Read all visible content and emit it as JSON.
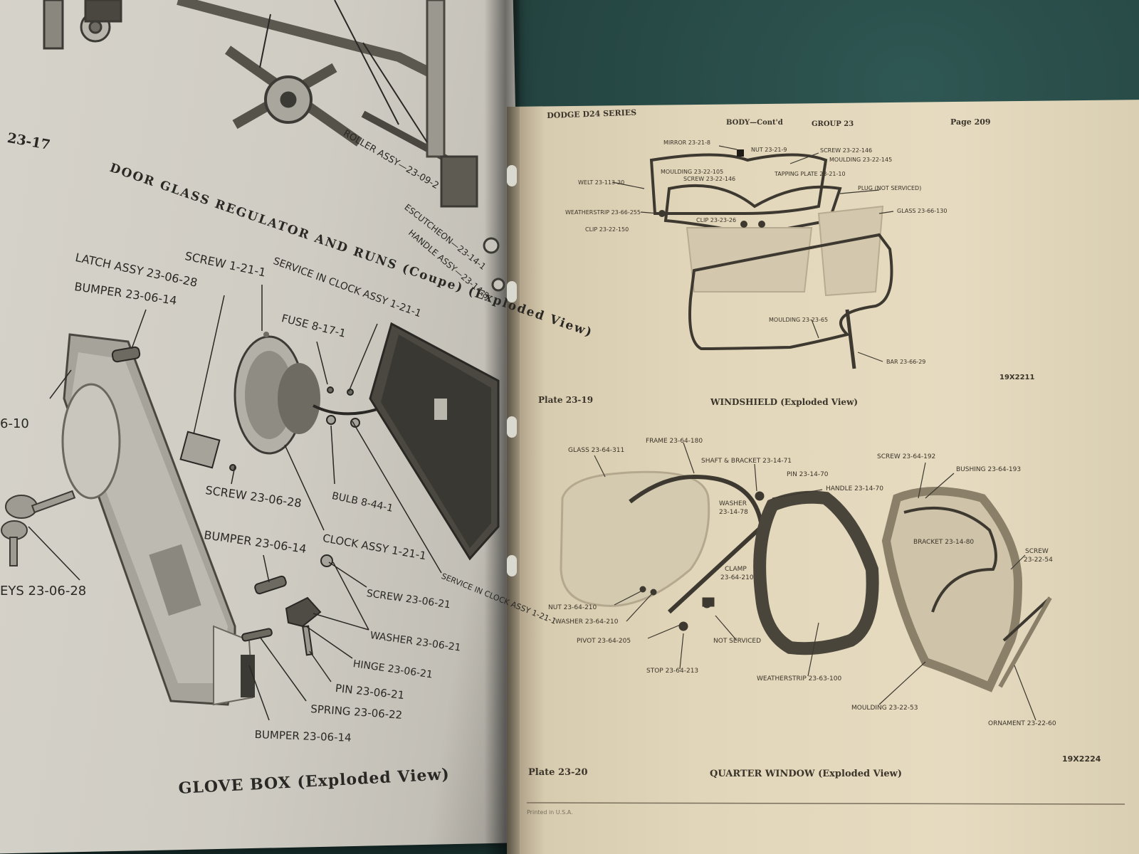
{
  "left_page": {
    "figure_number": "23-17",
    "top_title": "DOOR GLASS REGULATOR AND RUNS (Coupe) (Exploded View)",
    "top_callouts": {
      "roller": "ROLLER ASSY—23-09-2",
      "escutcheon": "ESCUTCHEON—23-14-1",
      "handle": "HANDLE ASSY—23-14-8"
    },
    "callouts": {
      "latch": "LATCH ASSY 23-06-28",
      "screw_top": "SCREW 1-21-1",
      "service_clock_top": "SERVICE IN CLOCK ASSY 1-21-1",
      "bumper_top": "BUMPER 23-06-14",
      "fuse": "FUSE 8-17-1",
      "partial_10": "6-10",
      "screw_mid": "SCREW 23-06-28",
      "bulb": "BULB 8-44-1",
      "bumper_mid": "BUMPER 23-06-14",
      "clock": "CLOCK ASSY 1-21-1",
      "keys": "EYS 23-06-28",
      "service_clock_bottom": "SERVICE IN CLOCK ASSY 1-21-1",
      "screw_low": "SCREW 23-06-21",
      "washer": "WASHER 23-06-21",
      "hinge": "HINGE 23-06-21",
      "pin": "PIN 23-06-21",
      "spring": "SPRING 23-06-22",
      "bumper_bottom": "BUMPER 23-06-14"
    },
    "caption": "GLOVE BOX (Exploded View)"
  },
  "right_page": {
    "header": {
      "series": "DODGE D24 SERIES",
      "section": "BODY—Cont'd",
      "group": "GROUP 23",
      "page": "Page 209"
    },
    "windshield_callouts": {
      "mirror": "MIRROR 23-21-8",
      "nut": "NUT 23-21-9",
      "screw": "SCREW 23-22-146",
      "moulding_tr": "MOULDING 23-22-145",
      "moulding_left": "MOULDING 23-22-105",
      "screw_left": "SCREW 23-22-146",
      "tapping_plate": "TAPPING PLATE 23-21-10",
      "welt": "WELT 23-113-30",
      "plug": "PLUG (NOT SERVICED)",
      "weatherstrip": "WEATHERSTRIP 23-66-255",
      "clip_center": "CLIP 23-23-26",
      "glass": "GLASS 23-66-130",
      "clip_left": "CLIP 23-22-150",
      "moulding_bottom": "MOULDING 23-23-65",
      "bar": "BAR 23-66-29"
    },
    "plate_1_code": "19X2211",
    "plate_1_label": "Plate 23-19",
    "plate_1_title": "WINDSHIELD (Exploded View)",
    "quarter_callouts": {
      "glass": "GLASS 23-64-311",
      "frame": "FRAME 23-64-180",
      "shaft": "SHAFT & BRACKET 23-14-71",
      "screw_top": "SCREW 23-64-192",
      "bushing": "BUSHING 23-64-193",
      "pin": "PIN 23-14-70",
      "handle": "HANDLE 23-14-70",
      "washer_a": "WASHER",
      "washer_b": "23-14-78",
      "bracket": "BRACKET 23-14-80",
      "screw_right_a": "SCREW",
      "screw_right_b": "23-22-54",
      "clamp_a": "CLAMP",
      "clamp_b": "23-64-210",
      "nut": "NUT 23-64-210",
      "washer_low": "WASHER 23-64-210",
      "pivot": "PIVOT 23-64-205",
      "not_serviced": "NOT SERVICED",
      "stop": "STOP 23-64-213",
      "weatherstrip": "WEATHERSTRIP 23-63-100",
      "moulding": "MOULDING 23-22-53",
      "ornament": "ORNAMENT 23-22-60"
    },
    "plate_2_code": "19X2224",
    "plate_2_label": "Plate 23-20",
    "plate_2_title": "QUARTER WINDOW (Exploded View)",
    "footer": "Printed in U.S.A."
  },
  "colors": {
    "background": "#1f3a36",
    "left_paper": "#d2cfc6",
    "right_paper": "#e2d6ba",
    "ink": "#2a2824"
  }
}
